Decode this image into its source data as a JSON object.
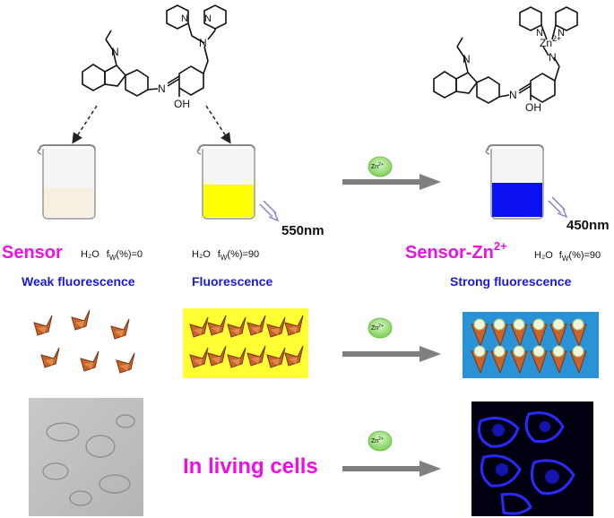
{
  "figure": {
    "colors": {
      "sensor_label": "#ee10e0",
      "fluorescence_label": "#1a1ad6",
      "zn_badge": "#9be07a",
      "arrow": "#7f7f7f",
      "yellow_solution": "#ffff00",
      "blue_solution": "#0a10f0",
      "aggregate_box_yellow": "#ffff33",
      "aggregate_box_blue": "#2a93d8",
      "crystal": "#c8642a"
    },
    "structures": {
      "left_nitrogen": "N",
      "left_imine_n": "N",
      "left_amine_n": "N",
      "left_hydroxyl": "OH",
      "right_nitrogen": "N",
      "right_imine_n": "N",
      "right_amine_n": "N",
      "right_hydroxyl": "OH",
      "right_pyridine_n1": "N",
      "right_pyridine_n2": "N",
      "zinc_ion": "Zn",
      "zinc_charge": "2+",
      "left_pyridine_n1": "N",
      "left_pyridine_n2": "N"
    },
    "wavelengths": {
      "yellow_emission": "550nm",
      "blue_emission": "450nm"
    },
    "zn_badge_label": "Zn",
    "zn_badge_charge": "2+",
    "labels": {
      "sensor": "Sensor",
      "sensor_zn": "Sensor-Zn",
      "sensor_zn_charge": "2+",
      "water_0": "H₂O",
      "fw_0_prefix": "f",
      "fw_0_sub": "W",
      "fw_0_suffix": "(%)=0",
      "water_90": "H₂O",
      "fw_90_prefix": "f",
      "fw_90_sub": "W",
      "fw_90_suffix": "(%)=90",
      "water_90_zn": "H₂O",
      "fw_90zn_prefix": "f",
      "fw_90zn_sub": "W",
      "fw_90zn_suffix": "(%)=90",
      "weak_fluorescence": "Weak fluorescence",
      "fluorescence": "Fluorescence",
      "strong_fluorescence": "Strong  fluorescence",
      "in_living_cells": "In living cells"
    }
  }
}
